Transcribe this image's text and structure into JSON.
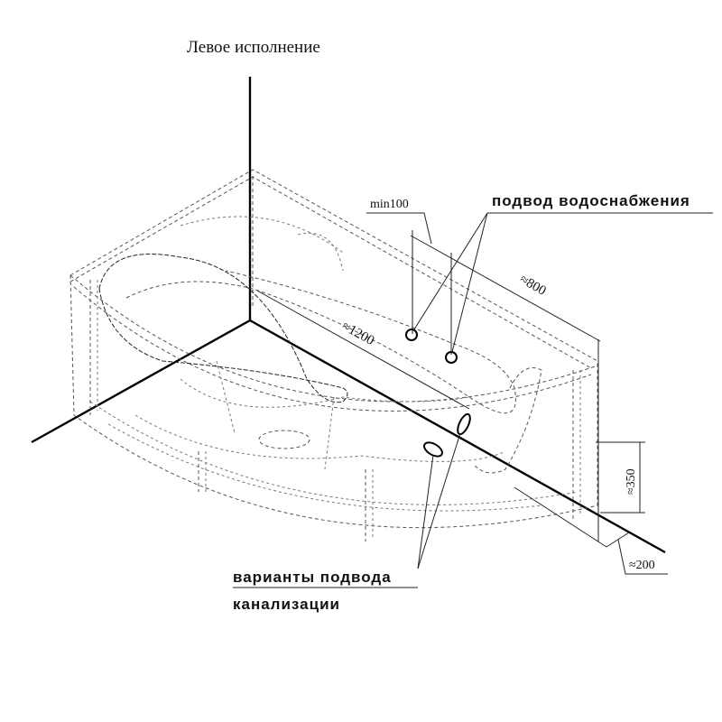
{
  "title": "Левое исполнение",
  "labels": {
    "water_supply": "подвод водоснабжения",
    "drain_line1": "варианты подвода",
    "drain_line2": "канализации"
  },
  "dimensions": {
    "min_offset": "min100",
    "length": "≈1200",
    "width": "≈800",
    "height": "≈350",
    "drain_offset": "≈200"
  }
}
